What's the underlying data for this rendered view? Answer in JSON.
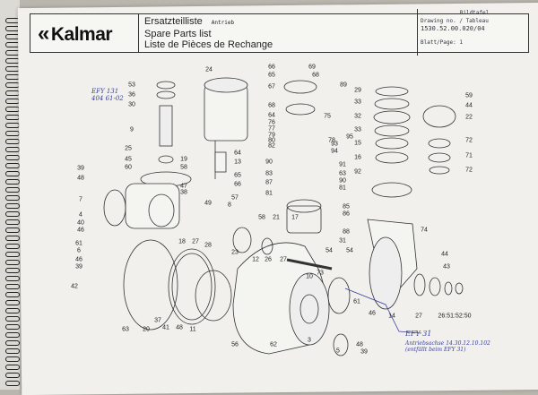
{
  "header": {
    "brand": "Kalmar",
    "title_de": "Ersatzteilliste",
    "title_typed": "Antrieb",
    "title_en": "Spare Parts list",
    "title_fr": "Liste de Pièces de Rechange",
    "drawing_label": "Bildtafel",
    "drawing_no_label": "Drawing no. / Tableau",
    "drawing_no": "1530.52.00.020/04",
    "page_label": "Blatt/Page: 1"
  },
  "handwriting": {
    "top_left": "EFY 131",
    "top_left_2": "404 61-02",
    "bottom_ref": "EFY 31",
    "bottom_note": "Antriebsachse 14.30.12.10.102",
    "bottom_note_2": "(entfällt beim EFY 31)"
  },
  "part_labels": [
    "53",
    "36",
    "30",
    "9",
    "25",
    "45",
    "60",
    "19",
    "58",
    "39",
    "48",
    "7",
    "4",
    "40",
    "46",
    "61",
    "6",
    "46",
    "39",
    "42",
    "63",
    "20",
    "37",
    "41",
    "48",
    "11",
    "56",
    "62",
    "3",
    "24",
    "64",
    "13",
    "65",
    "66",
    "57",
    "47",
    "38",
    "49",
    "8",
    "18",
    "27",
    "28",
    "23",
    "12",
    "26",
    "27",
    "58",
    "21",
    "17",
    "66",
    "65",
    "67",
    "69",
    "68",
    "68",
    "64",
    "76",
    "77",
    "79",
    "80",
    "82",
    "75",
    "89",
    "95",
    "78",
    "93",
    "94",
    "91",
    "90",
    "83",
    "87",
    "81",
    "63",
    "90",
    "81",
    "85",
    "86",
    "88",
    "54",
    "73",
    "31",
    "54",
    "10",
    "29",
    "33",
    "32",
    "33",
    "15",
    "16",
    "92",
    "59",
    "44",
    "22",
    "72",
    "71",
    "72",
    "74",
    "44",
    "43",
    "14",
    "27",
    "26:51:52:50",
    "61",
    "46",
    "5",
    "48",
    "39"
  ]
}
